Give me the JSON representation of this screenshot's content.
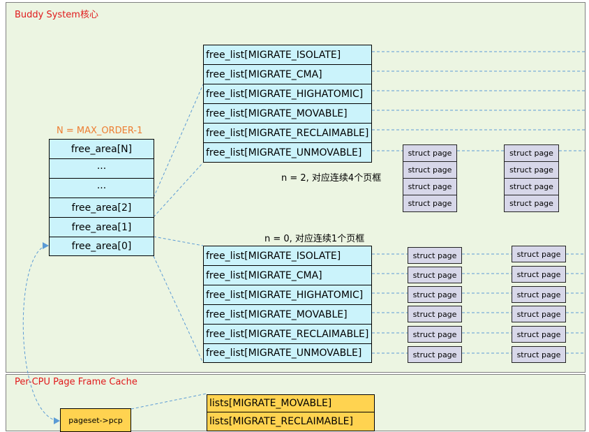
{
  "buddy": {
    "title": "Buddy System核心",
    "order_label": "N = MAX_ORDER-1",
    "free_area": [
      "free_area[N]",
      "···",
      "···",
      "free_area[2]",
      "free_area[1]",
      "free_area[0]"
    ],
    "upper": {
      "caption": "n = 2, 对应连续4个页框",
      "free_lists": [
        "free_list[MIGRATE_ISOLATE]",
        "free_list[MIGRATE_CMA]",
        "free_list[MIGRATE_HIGHATOMIC]",
        "free_list[MIGRATE_MOVABLE]",
        "free_list[MIGRATE_RECLAIMABLE]",
        "free_list[MIGRATE_UNMOVABLE]"
      ],
      "page_groups": [
        [
          "struct page",
          "struct page",
          "struct page",
          "struct page"
        ],
        [
          "struct page",
          "struct page",
          "struct page",
          "struct page"
        ]
      ]
    },
    "lower": {
      "caption": "n = 0, 对应连续1个页框",
      "free_lists": [
        "free_list[MIGRATE_ISOLATE]",
        "free_list[MIGRATE_CMA]",
        "free_list[MIGRATE_HIGHATOMIC]",
        "free_list[MIGRATE_MOVABLE]",
        "free_list[MIGRATE_RECLAIMABLE]",
        "free_list[MIGRATE_UNMOVABLE]"
      ],
      "pages_col1": [
        "struct page",
        "struct page",
        "struct page",
        "struct page",
        "struct page",
        "struct page"
      ],
      "pages_col2": [
        "struct page",
        "struct page",
        "struct page",
        "struct page",
        "struct page",
        "struct page"
      ]
    }
  },
  "pcp": {
    "title": "Per-CPU Page Frame Cache",
    "pageset": "pageset->pcp",
    "lists": [
      "lists[MIGRATE_MOVABLE]",
      "lists[MIGRATE_RECLAIMABLE]"
    ]
  },
  "colors": {
    "panel_bg": "#ecf5e2",
    "title_red": "#e0191b",
    "order_orange": "#ed7d31",
    "cyan_box": "#cbf3fb",
    "lavender_box": "#d7d7e9",
    "yellow_box": "#ffd350",
    "dashed_blue": "#5b9bd5"
  }
}
